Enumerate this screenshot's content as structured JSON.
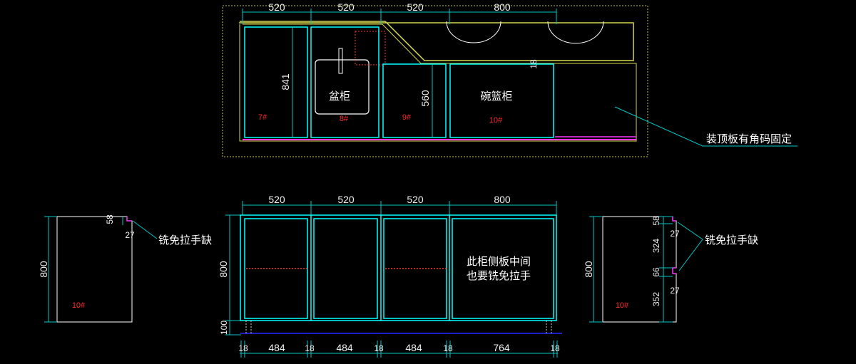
{
  "colors": {
    "background": "#000000",
    "cabinet": "#00ffff",
    "cyan_dim": "#00c8c8",
    "extension": "#ffffff",
    "countertop": "#d8d850",
    "hidden": "#ff3030",
    "magenta": "#ff33ff",
    "base": "#1e1ecc",
    "frame": "#c8c850"
  },
  "top_plan": {
    "dims": [
      "520",
      "520",
      "520",
      "800"
    ],
    "height_841": "841",
    "height_560": "560",
    "small_18": "18",
    "sink_label": "盆柜",
    "bowl_label": "碗篮柜",
    "numbers": [
      "7#",
      "8#",
      "9#",
      "10#"
    ],
    "note": "装顶板有角码固定"
  },
  "front_elevation": {
    "top_dims": [
      "520",
      "520",
      "520",
      "800"
    ],
    "height": "800",
    "base_height": "100",
    "bottom_dims": [
      "18",
      "484",
      "18",
      "484",
      "18",
      "484",
      "18",
      "764",
      "18"
    ],
    "note_line1": "此柜侧板中间",
    "note_line2": "也要铣免拉手"
  },
  "left_side": {
    "height": "800",
    "notch_height": "58",
    "notch_depth": "27",
    "number": "10#",
    "note": "铣免拉手缺"
  },
  "right_side": {
    "height": "800",
    "dims": [
      "58",
      "324",
      "66",
      "352"
    ],
    "notch_depth": "27",
    "notch_depth_2": "27",
    "number": "10#",
    "note": "铣免拉手缺"
  }
}
